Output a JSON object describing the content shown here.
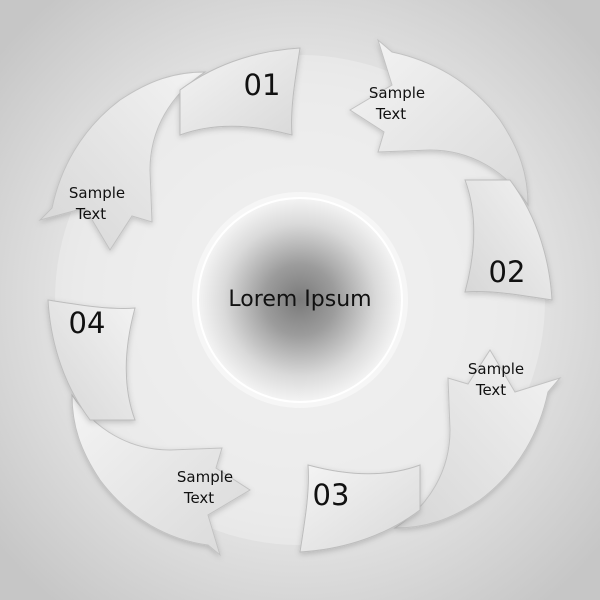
{
  "center": {
    "title": "Lorem Ipsum"
  },
  "steps": [
    {
      "number": "01"
    },
    {
      "number": "02"
    },
    {
      "number": "03"
    },
    {
      "number": "04"
    }
  ],
  "arrows": [
    {
      "line1": "Sample",
      "line2": "Text"
    },
    {
      "line1": "Sample",
      "line2": "Text"
    },
    {
      "line1": "Sample",
      "line2": "Text"
    },
    {
      "line1": "Sample",
      "line2": "Text"
    }
  ],
  "colors": {
    "background": "#cfcfcf",
    "panel": "#ececec",
    "panel_edge": "#b9b9b9",
    "text": "#111111"
  }
}
